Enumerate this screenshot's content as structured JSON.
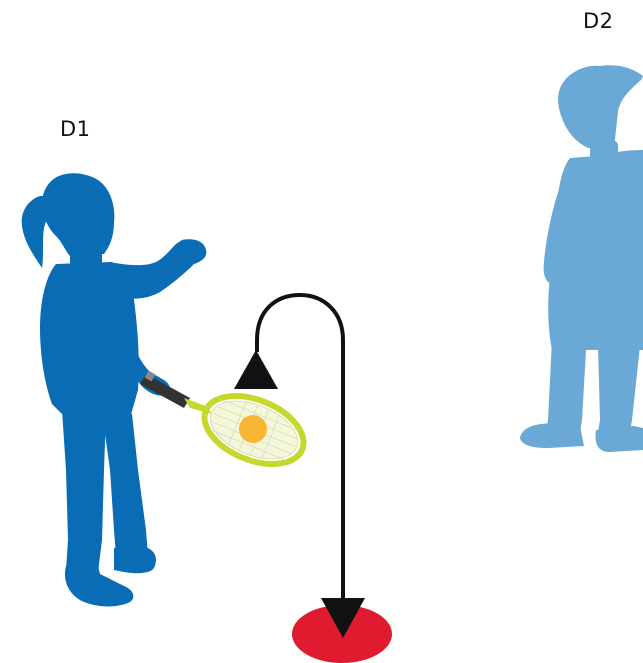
{
  "players": {
    "d1": {
      "label": "D1",
      "role": "hitter with racket",
      "color": "#0a6cb5"
    },
    "d2": {
      "label": "D2",
      "role": "partner",
      "color": "#6aa8d6"
    }
  },
  "equipment": {
    "racket_frame_color": "#c6d72e",
    "racket_handle_color": "#333333",
    "ball_color": "#f7b733",
    "target_color": "#e01b2f"
  },
  "trajectory": {
    "color": "#111111",
    "description_shape": "upward arrow then arc down to target"
  }
}
